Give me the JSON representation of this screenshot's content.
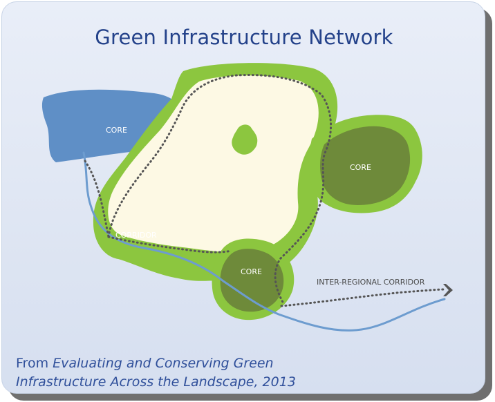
{
  "title": "Green Infrastructure Network",
  "labels": {
    "core_nw": "CORE",
    "core_east": "CORE",
    "core_south": "CORE",
    "corridor": "CORRIDOR",
    "inter_regional": "INTER-REGIONAL CORRIDOR"
  },
  "caption": {
    "prefix": "From ",
    "title_line1": "Evaluating and Conserving Green",
    "title_line2": "Infrastructure Across the Landscape, 2013"
  },
  "colors": {
    "green_buffer": "#8cc63f",
    "core_fill": "#6e8a3a",
    "interior": "#fdf9e4",
    "water": "#5f8fc6",
    "river": "#6d9ccf",
    "title": "#24428a",
    "dots": "#555555"
  }
}
